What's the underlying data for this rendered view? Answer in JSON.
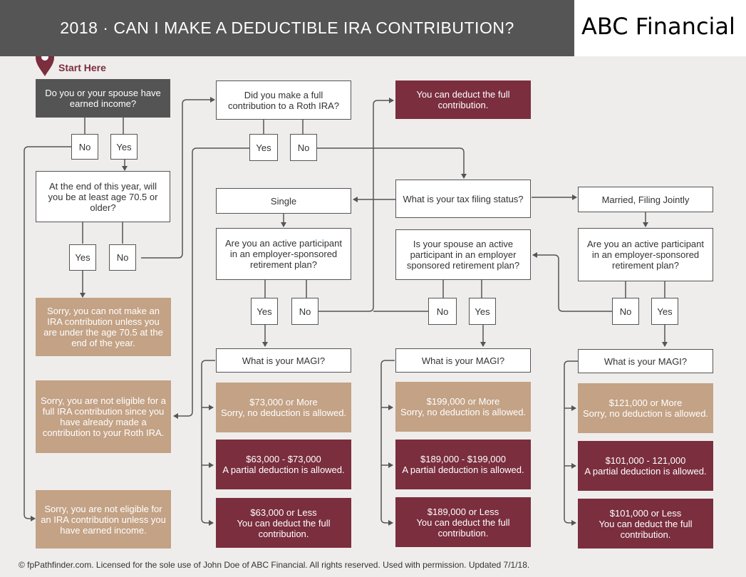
{
  "header": {
    "title": "2018 · CAN I MAKE A DEDUCTIBLE IRA CONTRIBUTION?",
    "brand": "ABC Financial"
  },
  "start_label": "Start Here",
  "footer": "© fpPathfinder.com. Licensed for the sole use of John Doe of ABC Financial. All rights reserved. Used with permission. Updated 7/1/18.",
  "nodes": {
    "q_earned": "Do you or your spouse have earned income?",
    "a_earned_no": "No",
    "a_earned_yes": "Yes",
    "q_age": "At the end of this year, will you be at least age 70.5 or older?",
    "a_age_yes": "Yes",
    "a_age_no": "No",
    "r_age": "Sorry, you can not make an IRA contribution unless you are under the age 70.5 at the end of the year.",
    "r_roth": "Sorry, you are not eligible for a full IRA contribution since you have already made a contribution to your Roth IRA.",
    "r_noincome": "Sorry, you are not eligible for an IRA contribution unless you have earned income.",
    "q_roth": "Did you make a full contribution to a Roth IRA?",
    "a_roth_yes": "Yes",
    "a_roth_no": "No",
    "r_full": "You can deduct the full contribution.",
    "q_status": "What is your tax filing status?",
    "s_single": "Single",
    "s_mfj": "Married, Filing Jointly",
    "q_single_active": "Are you an active participant in an employer-sponsored retirement plan?",
    "a_single_yes": "Yes",
    "a_single_no": "No",
    "q_spouse_active": "Is your spouse an active participant in an employer sponsored retirement plan?",
    "a_spouse_no": "No",
    "a_spouse_yes": "Yes",
    "q_mfj_active": "Are you an active participant in an employer-sponsored retirement plan?",
    "a_mfj_no": "No",
    "a_mfj_yes": "Yes",
    "magi_1": "What is your MAGI?",
    "magi_2": "What is your MAGI?",
    "magi_3": "What is your MAGI?",
    "c1_r1": "$73,000 or More\nSorry, no deduction is allowed.",
    "c1_r2": "$63,000 - $73,000\nA partial deduction is allowed.",
    "c1_r3": "$63,000 or Less\nYou can deduct the full contribution.",
    "c2_r1": "$199,000 or More\nSorry, no deduction is allowed.",
    "c2_r2": "$189,000 - $199,000\nA partial deduction is allowed.",
    "c2_r3": "$189,000 or Less\nYou can deduct the full contribution.",
    "c3_r1": "$121,000 or More\nSorry, no deduction is allowed.",
    "c3_r2": "$101,000 - 121,000\nA partial deduction is allowed.",
    "c3_r3": "$101,000 or Less\nYou can deduct the full contribution."
  },
  "colors": {
    "dark": "#545454",
    "maroon": "#7a2e3e",
    "tan": "#c3a285",
    "line": "#555555"
  }
}
